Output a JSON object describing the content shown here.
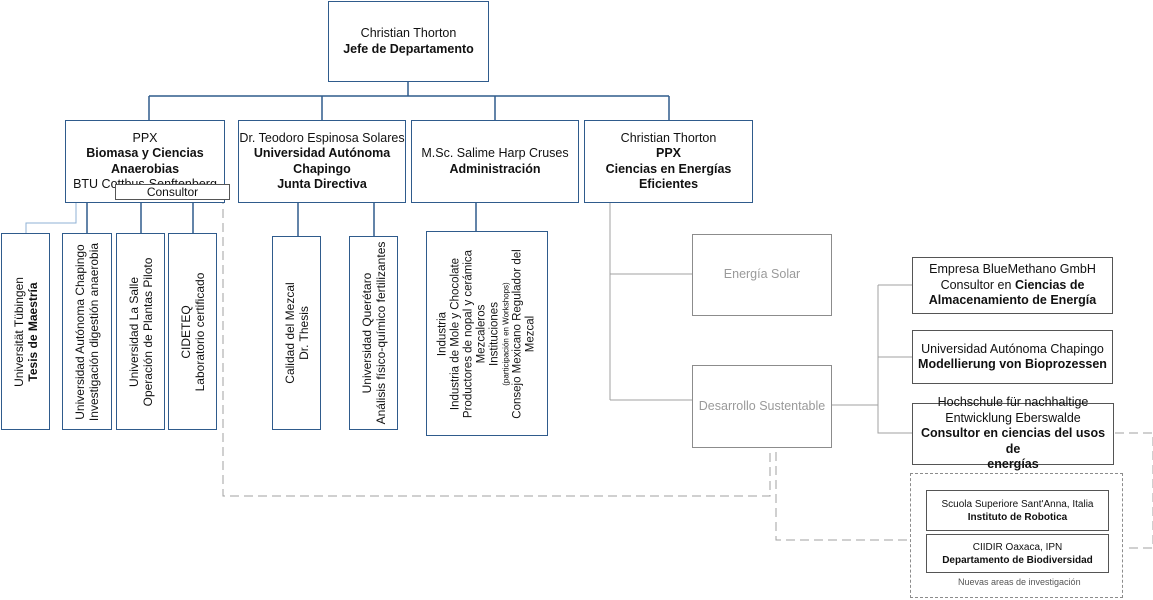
{
  "root": {
    "name": "Christian Thorton",
    "title": "Jefe de Departamento"
  },
  "level2": [
    {
      "lines": [
        "PPX",
        "Biomasa y Ciencias",
        "Anaerobias",
        "BTU Cottbus-Senftenberg"
      ]
    },
    {
      "lines": [
        "Dr. Teodoro Espinosa Solares",
        "Universidad Autónoma",
        "Chapingo",
        "Junta Directiva"
      ]
    },
    {
      "lines": [
        "M.Sc. Salime Harp Cruses",
        "Administración"
      ]
    },
    {
      "lines": [
        "Christian Thorton",
        "PPX",
        "Ciencias en Energías",
        "Eficientes"
      ]
    }
  ],
  "consultor_label": "Consultor",
  "ppx_children": [
    {
      "line1": "Universität Tübingen",
      "line2": "Tesis de Maestría"
    },
    {
      "line1": "Universidad Autónoma Chapingo",
      "line2": "Investigación digestión anaerobia"
    },
    {
      "line1": "Universidad La Salle",
      "line2": "Operación de Plantas Piloto"
    },
    {
      "line1": "CIDETEQ",
      "line2": "Laboratorio certificado"
    }
  ],
  "chapingo_children": [
    {
      "line1": "Calidad del Mezcal",
      "line2": "Dr. Thesis"
    },
    {
      "line1": "Universidad Querétaro",
      "line2": "Análisis físico-químico fertilizantes"
    }
  ],
  "admin_child": {
    "lines": [
      "Industria",
      "Industria de Mole y Chocolate",
      "Productores de nopal y cerámica",
      "Mezcaleros",
      "Instituciones"
    ],
    "note": "(participación en Workshops)",
    "last": [
      "Consejo Mexicano Regulador del",
      "Mezcal"
    ]
  },
  "energy_branches": [
    "Energía Solar",
    "Desarrollo Sustentable"
  ],
  "right_boxes": [
    {
      "l1": "Empresa BlueMethano GmbH",
      "l2a": "Consultor en ",
      "l2b": "Ciencias de",
      "l3": "Almacenamiento de Energía"
    },
    {
      "l1": "Universidad Autónoma Chapingo",
      "l2": "Modellierung von Bioprozessen"
    },
    {
      "l1": "Hochschule für nachhaltige",
      "l2": "Entwicklung Eberswalde",
      "l3": "Consultor en ciencias del usos de",
      "l4": "energías"
    }
  ],
  "research_boxes": [
    {
      "line1": "Scuola Superiore Sant'Anna, Italia",
      "line2": "Instituto de Robotica"
    },
    {
      "line1": "CIIDIR Oaxaca, IPN",
      "line2": "Departamento de Biodiversidad"
    }
  ],
  "research_caption": "Nuevas areas de investigación"
}
